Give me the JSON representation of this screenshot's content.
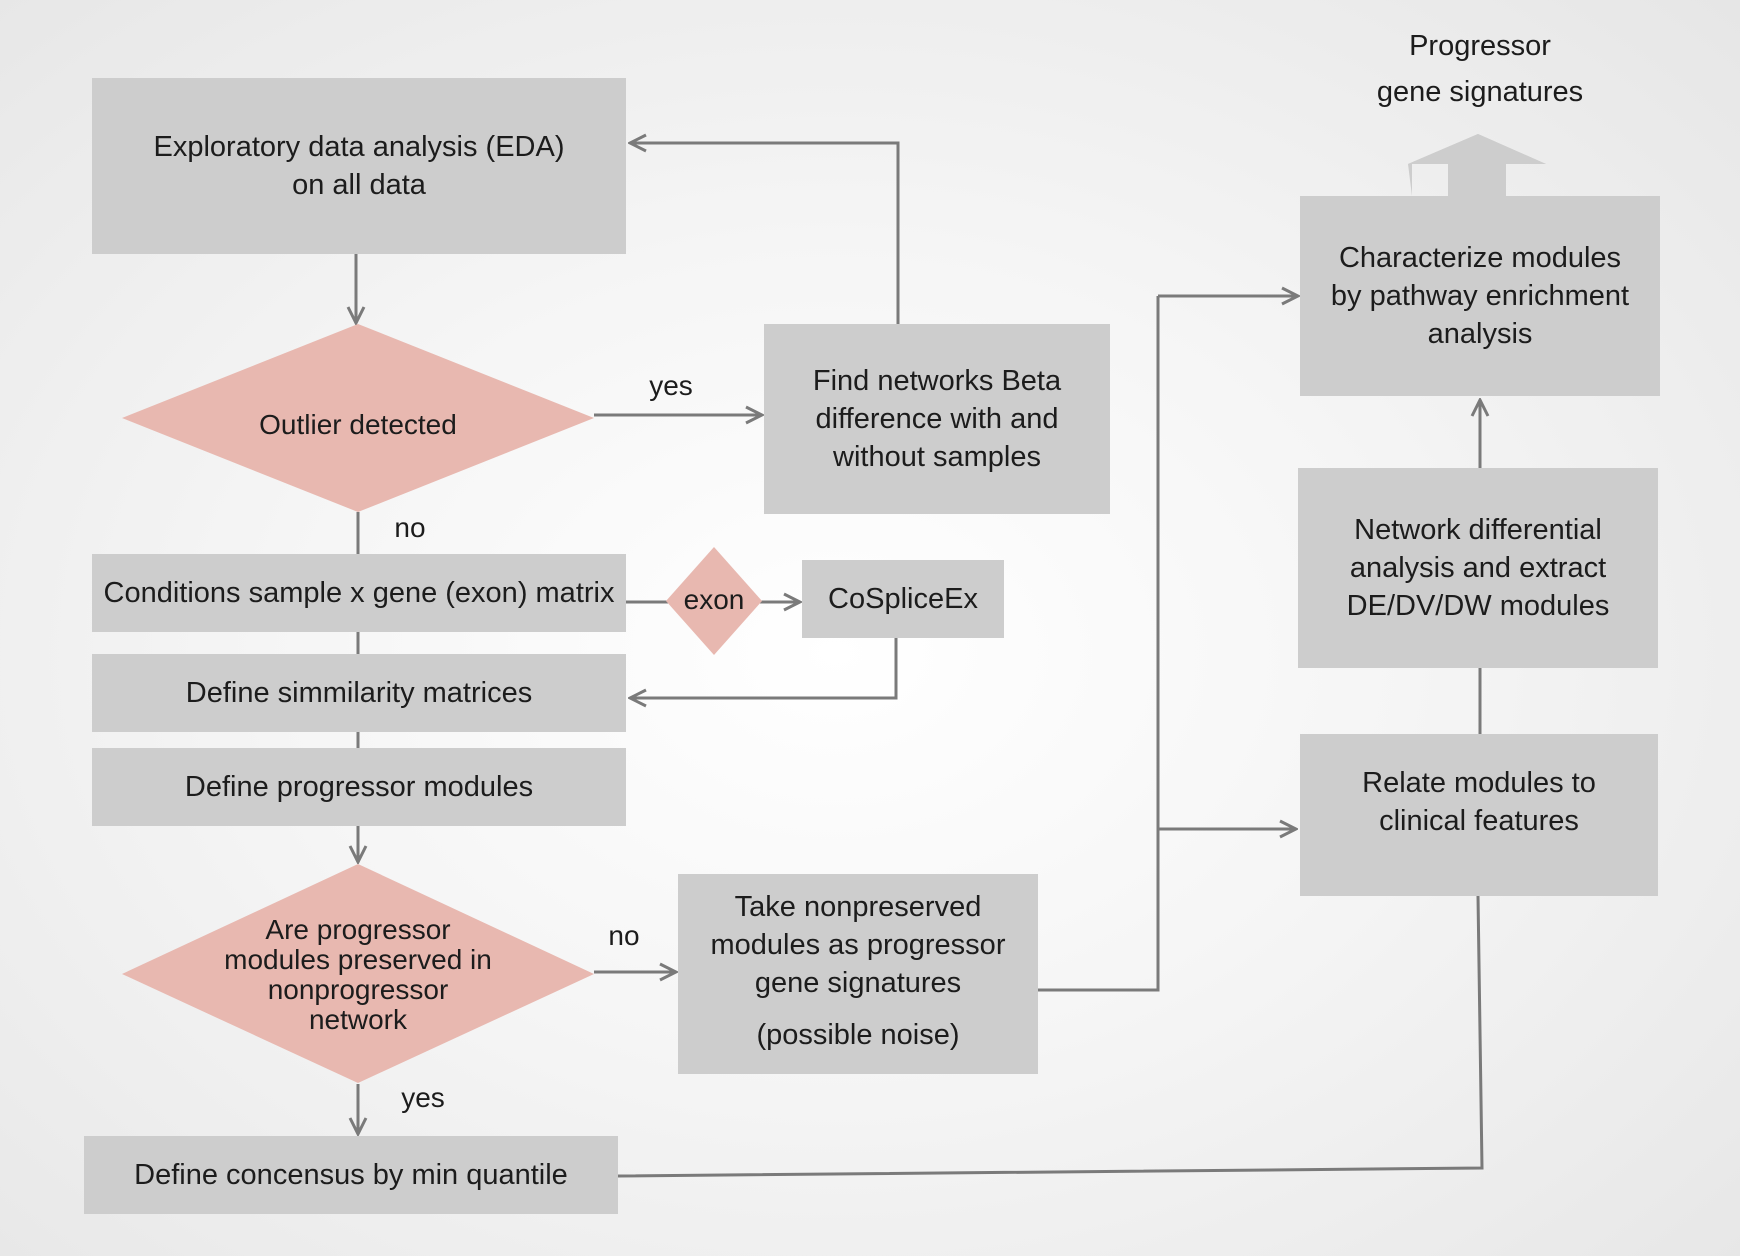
{
  "nodes": {
    "eda": [
      "Exploratory data analysis (EDA)",
      "on all data"
    ],
    "outlier": "Outlier detected",
    "find_networks": [
      "Find networks Beta",
      "difference with and",
      "without samples"
    ],
    "conditions": "Conditions sample x gene (exon) matrix",
    "exon": "exon",
    "cosplice": "CoSpliceEx",
    "similarity": "Define simmilarity matrices",
    "progressor_modules": "Define progressor modules",
    "preserved": [
      "Are progressor",
      "modules preserved in",
      "nonprogressor",
      "network"
    ],
    "nonpreserved": [
      "Take nonpreserved",
      "modules as progressor",
      "gene signatures"
    ],
    "noise": "(possible noise)",
    "consensus": "Define concensus by min quantile",
    "characterize": [
      "Characterize modules",
      "by pathway enrichment",
      "analysis"
    ],
    "network_diff": [
      "Network differential",
      "analysis and extract",
      "DE/DV/DW modules"
    ],
    "relate": [
      "Relate modules to",
      "clinical features"
    ],
    "signatures": [
      "Progressor",
      "gene signatures"
    ]
  },
  "labels": {
    "yes_outlier": "yes",
    "no_outlier": "no",
    "no_preserved": "no",
    "yes_preserved": "yes"
  },
  "colors": {
    "box": "#cdcdcd",
    "decision": "#e8b8b0",
    "arrow": "#7a7a7a"
  }
}
